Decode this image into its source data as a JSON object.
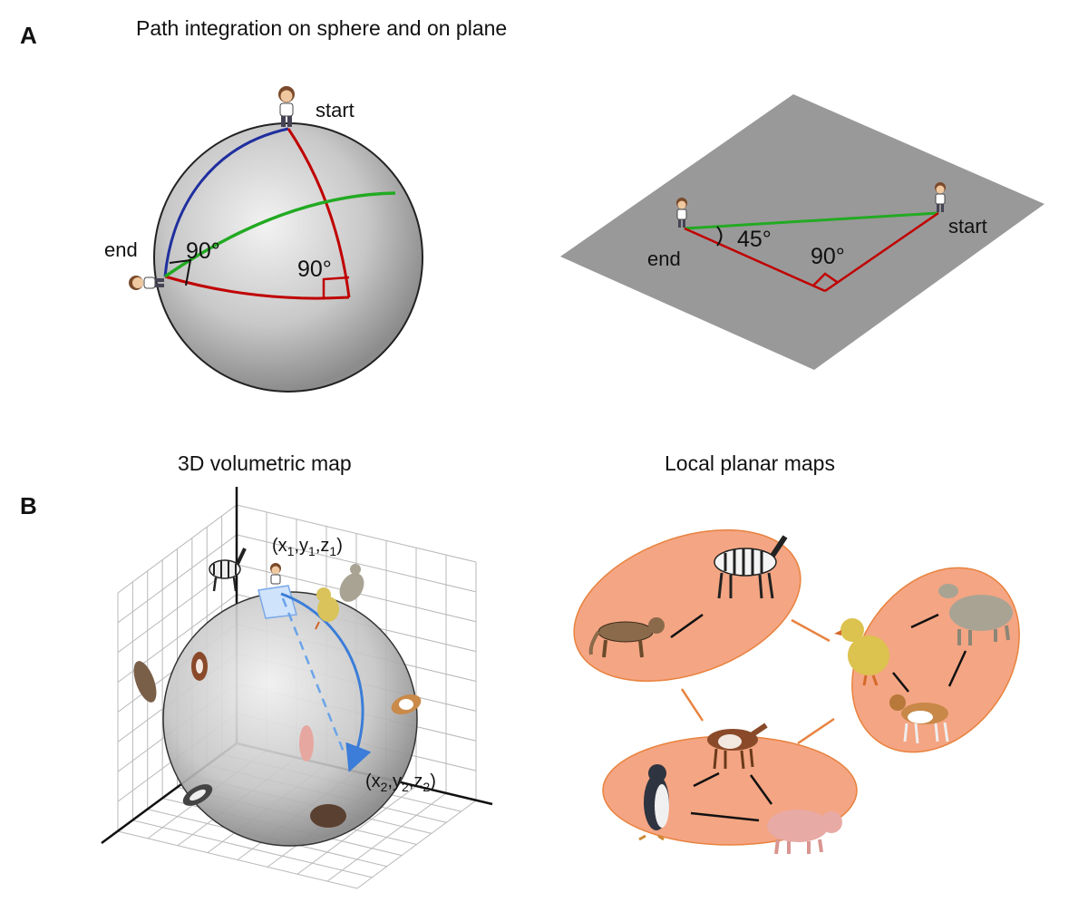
{
  "panel_a": {
    "letter": "A",
    "title": "Path integration on sphere and on plane",
    "sphere": {
      "start_label": "start",
      "end_label": "end",
      "angle_top": "90°",
      "angle_bottom": "90°"
    },
    "plane": {
      "start_label": "start",
      "end_label": "end",
      "angle_45": "45°",
      "angle_90": "90°"
    }
  },
  "panel_b": {
    "letter": "B",
    "title_left": "3D volumetric map",
    "title_right": "Local planar maps",
    "coord1": {
      "x": "x",
      "s1": "1",
      "y": "y",
      "s2": "1",
      "z": "z",
      "s3": "1"
    },
    "coord2": {
      "x": "x",
      "s1": "2",
      "y": "y",
      "s2": "2",
      "z": "z",
      "s3": "2"
    }
  },
  "colors": {
    "path_red": "#c00000",
    "path_blue": "#1f2f9f",
    "path_green": "#22aa22",
    "plane_gray": "#999999",
    "cluster_fill": "#f4a583",
    "cluster_edge": "#e8823e",
    "arrow_blue": "#3b7dd8"
  }
}
